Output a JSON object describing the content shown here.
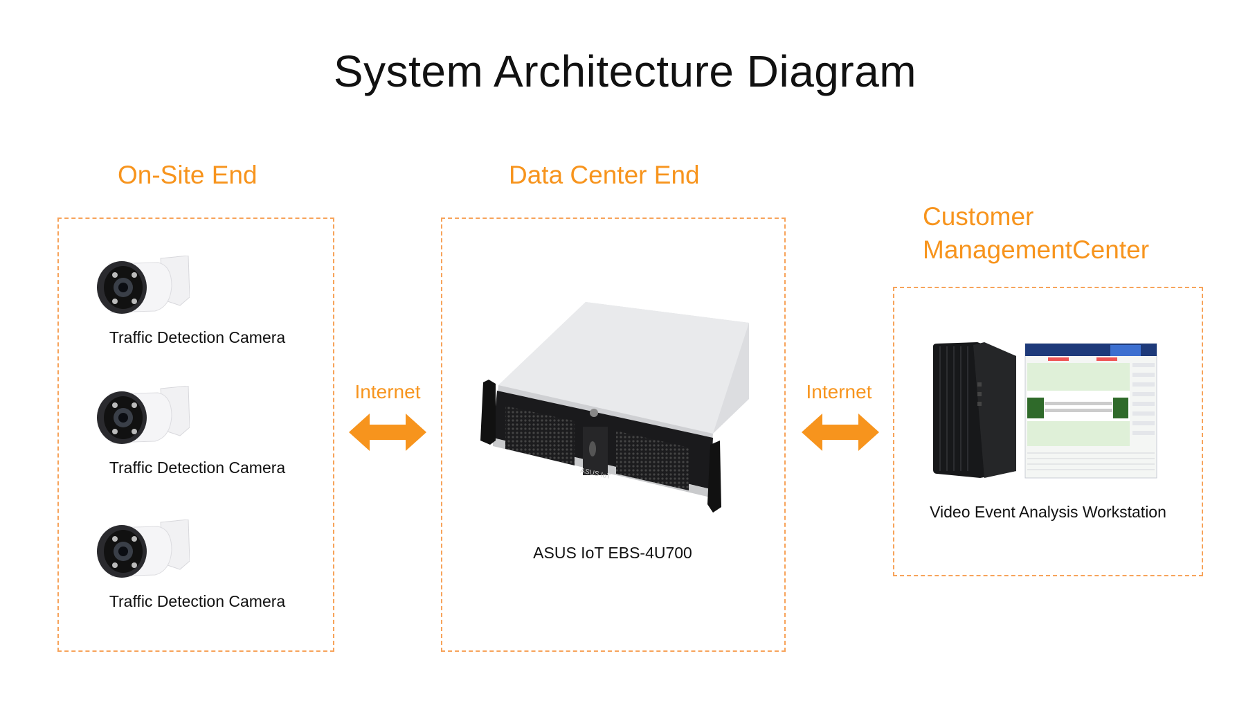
{
  "title": "System Architecture Diagram",
  "accent_color": "#f7941d",
  "sections": {
    "onsite": {
      "title": "On-Site End",
      "devices": [
        {
          "label": "Traffic Detection Camera",
          "icon": "security-camera"
        },
        {
          "label": "Traffic Detection Camera",
          "icon": "security-camera"
        },
        {
          "label": "Traffic Detection Camera",
          "icon": "security-camera"
        }
      ]
    },
    "datacenter": {
      "title": "Data Center End",
      "device": {
        "label": "ASUS IoT EBS-4U700",
        "icon": "rack-server",
        "brand_mark": "ASUS IoT"
      }
    },
    "customer": {
      "title_line1": "Customer",
      "title_line2": "ManagementCenter",
      "device": {
        "label": "Video Event Analysis Workstation",
        "icon": "desktop-workstation"
      }
    }
  },
  "links": [
    {
      "label": "Internet",
      "icon": "double-arrow"
    },
    {
      "label": "Internet",
      "icon": "double-arrow"
    }
  ]
}
